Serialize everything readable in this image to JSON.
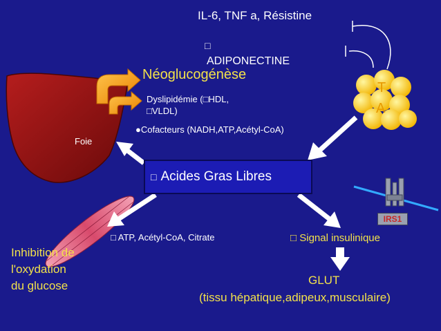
{
  "cytokines": "IL-6, TNF a, Résistine",
  "adiponectin_marker": "□",
  "adiponectin": "ADIPONECTINE",
  "neoglucogenesis": "Néoglucogénèse",
  "dyslipidemia_line1": "Dyslipidémie (□HDL,",
  "dyslipidemia_line2": "□VLDL)",
  "cofactors": "●Cofacteurs (NADH,ATP,Acétyl-CoA)",
  "liver_label": "Foie",
  "adipose_label_line1": "T",
  "adipose_label_line2": "A",
  "free_fatty_acids_marker": "□",
  "free_fatty_acids": "Acides Gras Libres",
  "atp_line": "□ ATP, Acétyl-CoA, Citrate",
  "insulin_signal": "□ Signal insulinique",
  "irs1": "IRS1",
  "glucose_oxidation_line1": "Inhibition de",
  "glucose_oxidation_line2": "l'oxydation",
  "glucose_oxidation_line3": "du glucose",
  "glut": "GLUT",
  "tissues": "(tissu hépatique,adipeux,musculaire)",
  "colors": {
    "background": "#1a1a8c",
    "text_yellow": "#f2e14a",
    "liver": "#8c1010",
    "adipose": "#ffd21a",
    "arrow": "#ffffff",
    "muscle": "#d85a7a",
    "irs1": "#c82828"
  }
}
